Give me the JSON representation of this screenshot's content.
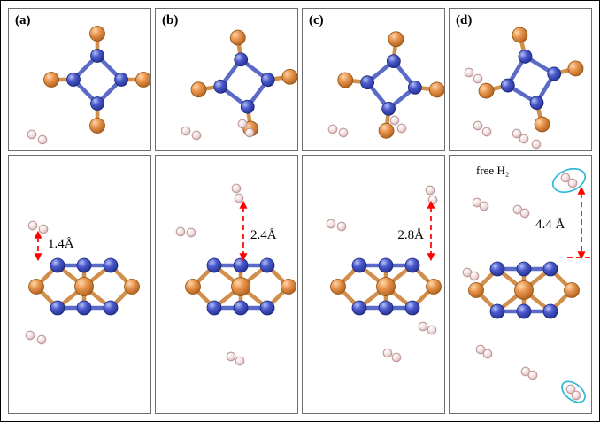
{
  "figure": {
    "panels": [
      {
        "label": "(a)",
        "distance_label": "1.4Å"
      },
      {
        "label": "(b)",
        "distance_label": "2.4Å"
      },
      {
        "label": "(c)",
        "distance_label": "2.8Å"
      },
      {
        "label": "(d)",
        "distance_label": "4.4 Å",
        "free_h2_label": "free H₂"
      }
    ],
    "colors": {
      "metal_atom_blue": "#3c4ec0",
      "metal_atom_orange": "#e0853d",
      "hydrogen_atom_pink": "#f0dcdc",
      "measurement_arrow_red": "#ff0000",
      "highlight_ellipse_cyan": "#31b8d8"
    }
  }
}
